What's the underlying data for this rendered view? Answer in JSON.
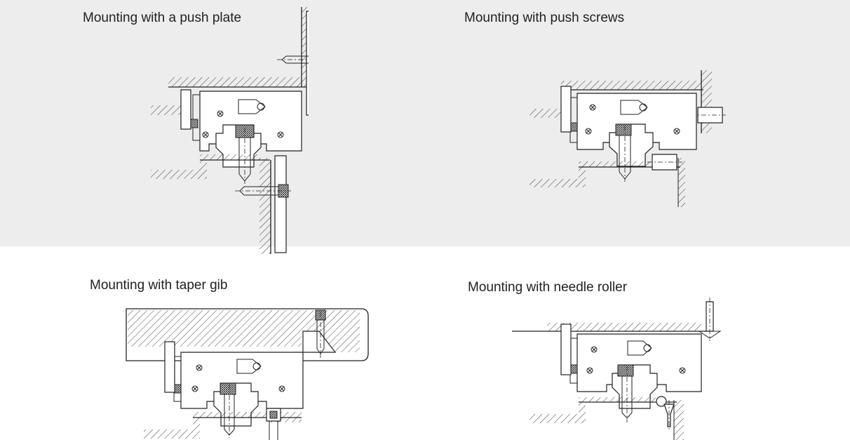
{
  "figures": [
    {
      "caption": "Mounting with a push plate"
    },
    {
      "caption": "Mounting with push screws"
    },
    {
      "caption": "Mounting with taper gib"
    },
    {
      "caption": "Mounting with needle roller"
    }
  ],
  "colors": {
    "band_background": "#ededed",
    "page_background": "#ffffff",
    "line": "#222222"
  }
}
